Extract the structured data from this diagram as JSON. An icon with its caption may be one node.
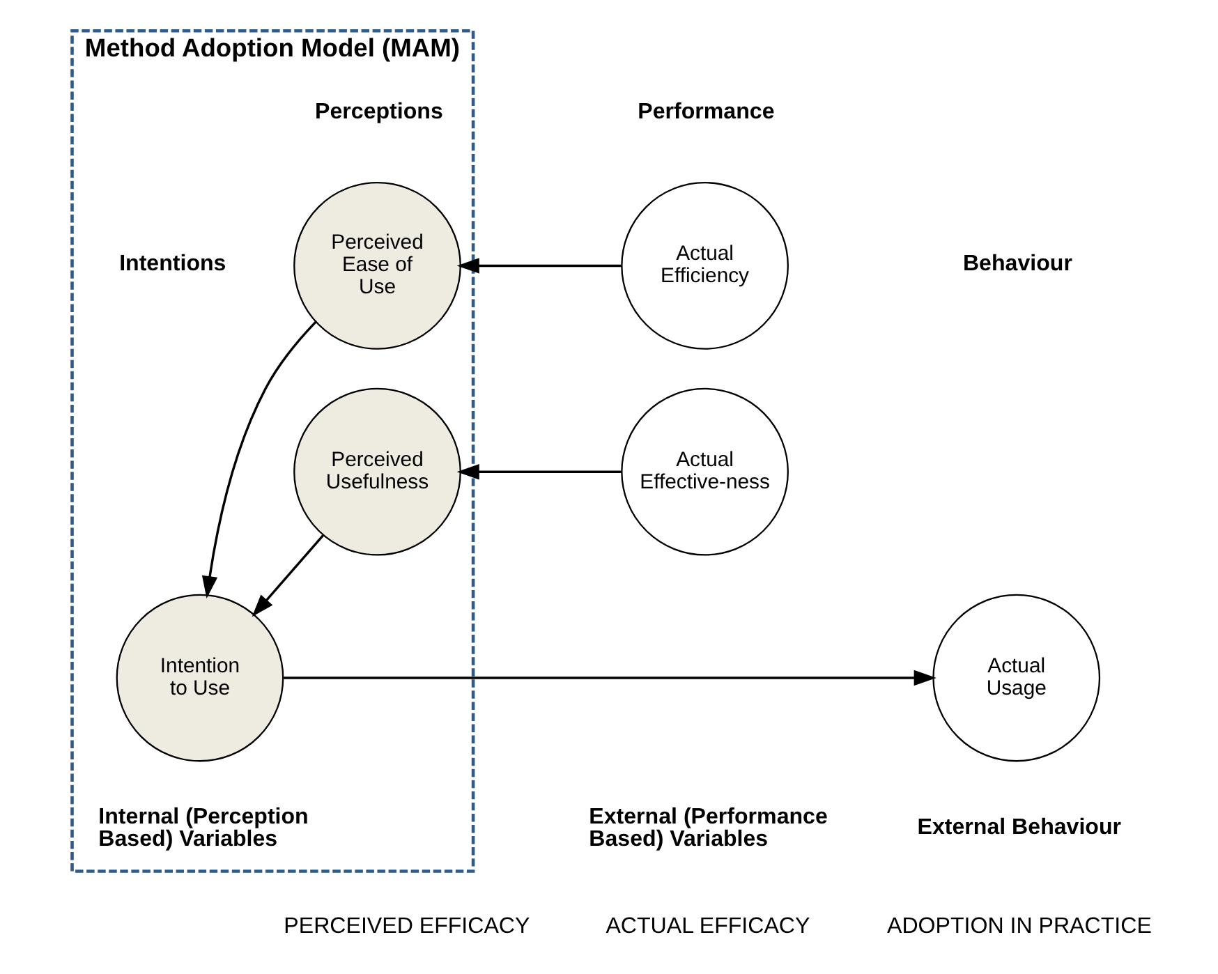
{
  "diagram": {
    "nodes": [
      {
        "text": [
          "Method Adoption Model (MAM)"
        ]
      },
      {
        "text": [
          "Actual Efficiency"
        ]
      },
      {
        "text": [
          "Actual Effective-ness"
        ]
      },
      {
        "text": [
          "Perceived Ease of Use"
        ],
        "in": 0
      },
      {
        "text": [
          "Perceived Usefulness"
        ],
        "in": 0
      },
      {
        "text": [
          "Intention to Use"
        ],
        "in": 0
      },
      {
        "text": [
          "Actual Usage"
        ]
      }
    ],
    "edges": [
      {
        "from": 1,
        "to": 3,
        "arrow": "to"
      },
      {
        "from": 2,
        "to": 4,
        "arrow": "to"
      },
      {
        "from": 3,
        "to": 5,
        "arrow": "to"
      },
      {
        "from": 4,
        "to": 5,
        "arrow": "to"
      },
      {
        "from": 5,
        "to": 6,
        "arrow": "to"
      }
    ],
    "labels": [
      "Performance",
      "Perceptions",
      "Intentions",
      "Behaviour",
      "External (Performance Based) Variables",
      "Internal (Perception Based) Variables",
      "External Behaviour",
      "ACTUAL EFFICACY",
      "PERCEIVED EFFICACY",
      "ADOPTION IN PRACTICE"
    ]
  }
}
